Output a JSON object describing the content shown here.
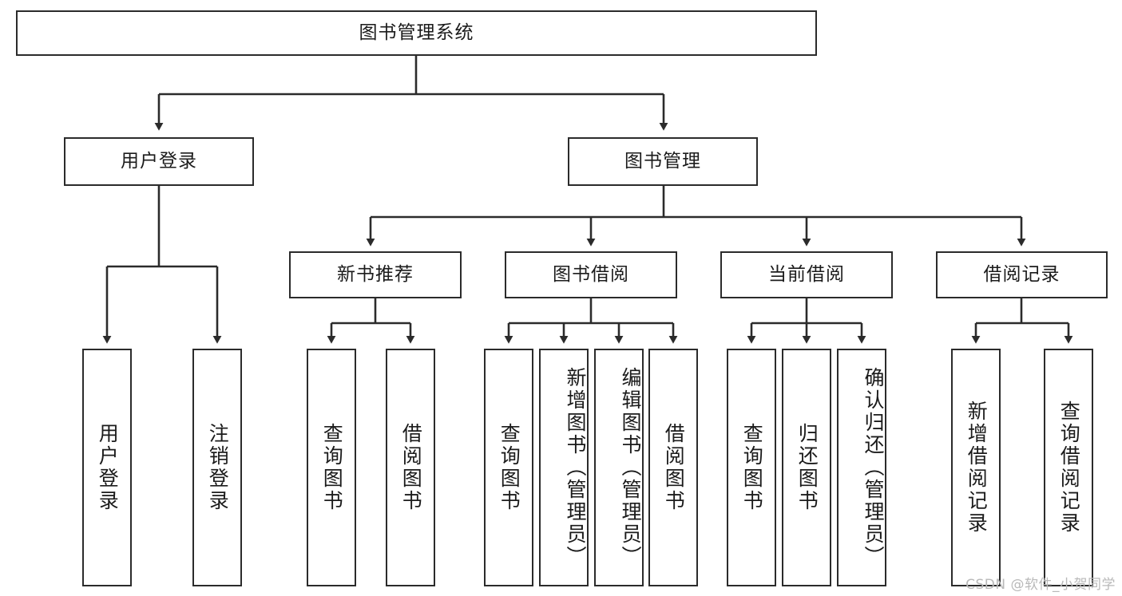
{
  "diagram": {
    "title": "图书管理系统",
    "type": "tree-hierarchy-diagram",
    "colors": {
      "stroke": "#2b2b2b",
      "fill": "#ffffff",
      "text": "#1b1b1b",
      "watermark": "#b9b9b9"
    },
    "levels": {
      "root": {
        "label": "图书管理系统"
      },
      "level2": [
        {
          "label": "用户登录"
        },
        {
          "label": "图书管理"
        }
      ],
      "level3": [
        {
          "label": "新书推荐"
        },
        {
          "label": "图书借阅"
        },
        {
          "label": "当前借阅"
        },
        {
          "label": "借阅记录"
        }
      ],
      "leaves": [
        {
          "label": "用户登录",
          "parent": "用户登录"
        },
        {
          "label": "注销登录",
          "parent": "用户登录"
        },
        {
          "label": "查询图书",
          "parent": "新书推荐"
        },
        {
          "label": "借阅图书",
          "parent": "新书推荐"
        },
        {
          "label": "查询图书",
          "parent": "图书借阅"
        },
        {
          "label": "新增图书（管理员）",
          "parent": "图书借阅"
        },
        {
          "label": "编辑图书（管理员）",
          "parent": "图书借阅"
        },
        {
          "label": "借阅图书",
          "parent": "图书借阅"
        },
        {
          "label": "查询图书",
          "parent": "当前借阅"
        },
        {
          "label": "归还图书",
          "parent": "当前借阅"
        },
        {
          "label": "确认归还（管理员）",
          "parent": "当前借阅"
        },
        {
          "label": "新增借阅记录",
          "parent": "借阅记录"
        },
        {
          "label": "查询借阅记录",
          "parent": "借阅记录"
        }
      ]
    },
    "watermark": "CSDN @软件_小贺同学"
  }
}
